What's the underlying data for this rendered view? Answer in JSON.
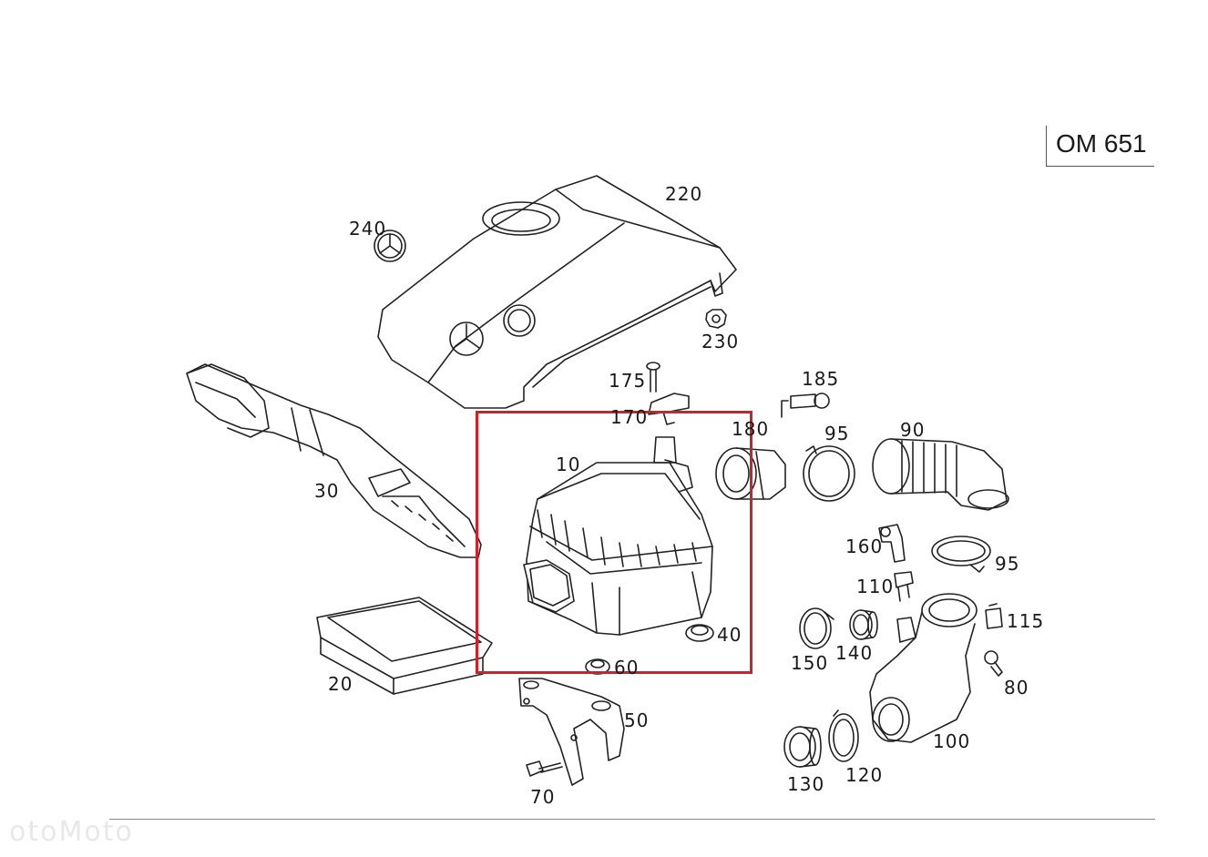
{
  "engine_code": "OM 651",
  "watermark": "otoMoto",
  "callouts": {
    "c240": "240",
    "c220": "220",
    "c230": "230",
    "c175": "175",
    "c185": "185",
    "c170": "170",
    "c180": "180",
    "c95a": "95",
    "c90": "90",
    "c10": "10",
    "c30": "30",
    "c160": "160",
    "c95b": "95",
    "c110": "110",
    "c115": "115",
    "c150": "150",
    "c140": "140",
    "c40": "40",
    "c80": "80",
    "c20": "20",
    "c60": "60",
    "c50": "50",
    "c100": "100",
    "c130": "130",
    "c120": "120",
    "c70": "70"
  },
  "highlight_color": "#d0202a"
}
